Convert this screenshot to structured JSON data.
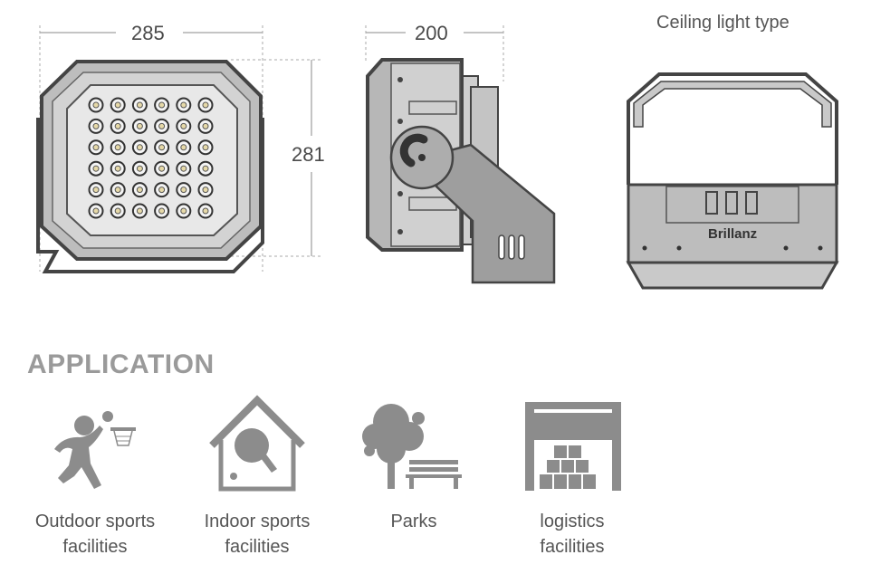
{
  "dimensions": {
    "width": "285",
    "depth": "200",
    "height": "281"
  },
  "ceiling_view": {
    "title": "Ceiling light type",
    "brand": "Brillanz"
  },
  "application": {
    "title": "APPLICATION",
    "items": [
      {
        "icon": "basketball-player-icon",
        "line1": "Outdoor sports",
        "line2": "facilities"
      },
      {
        "icon": "table-tennis-house-icon",
        "line1": "Indoor sports",
        "line2": "facilities"
      },
      {
        "icon": "park-tree-bench-icon",
        "line1": "Parks",
        "line2": ""
      },
      {
        "icon": "warehouse-boxes-icon",
        "line1": "logistics",
        "line2": "facilities"
      }
    ]
  },
  "colors": {
    "housing_dark": "#4a4a4a",
    "housing_light": "#c9c9c9",
    "icon_gray": "#8c8c8c"
  }
}
